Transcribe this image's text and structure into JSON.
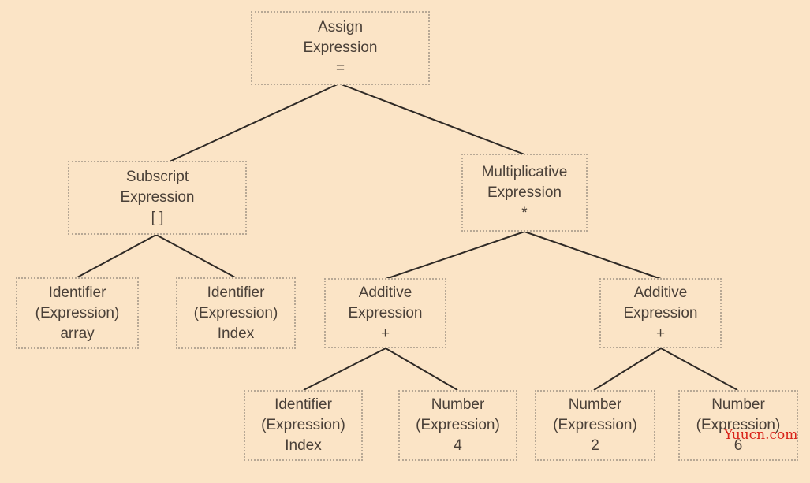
{
  "nodes": {
    "assign": [
      "Assign",
      "Expression",
      "="
    ],
    "subscript": [
      "Subscript",
      "Expression",
      "[ ]"
    ],
    "multiplicative": [
      "Multiplicative",
      "Expression",
      "*"
    ],
    "identifier_array": [
      "Identifier",
      "(Expression)",
      "array"
    ],
    "identifier_index_left": [
      "Identifier",
      "(Expression)",
      "Index"
    ],
    "additive_left": [
      "Additive",
      "Expression",
      "+"
    ],
    "additive_right": [
      "Additive",
      "Expression",
      "+"
    ],
    "identifier_index_bottom": [
      "Identifier",
      "(Expression)",
      "Index"
    ],
    "number_4": [
      "Number",
      "(Expression)",
      "4"
    ],
    "number_2": [
      "Number",
      "(Expression)",
      "2"
    ],
    "number_6": [
      "Number",
      "(Expression)",
      "6"
    ]
  },
  "watermark": "Yuucn.com"
}
